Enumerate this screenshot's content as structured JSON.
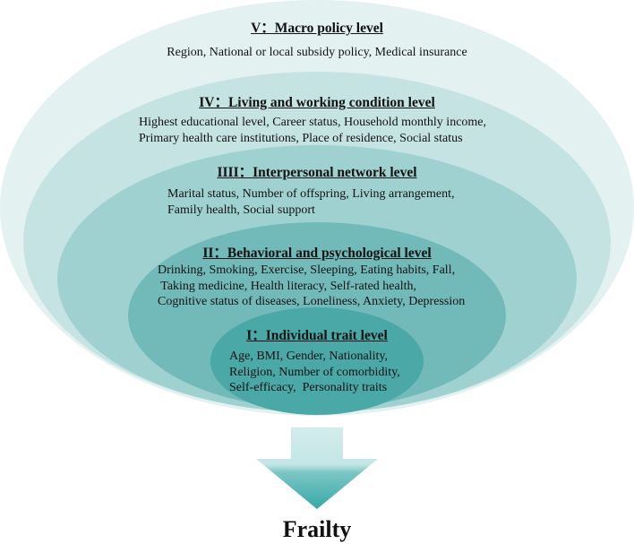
{
  "levels": [
    {
      "title": "V：Macro policy level",
      "items": [
        "Region, National or local subsidy policy, Medical insurance"
      ],
      "color": "#e3f1f1"
    },
    {
      "title": "IV：Living and working condition level",
      "items": [
        "Highest educational level, Career status, Household monthly income,",
        "Primary health care institutions, Place of residence, Social status"
      ],
      "color": "#c6e3e3"
    },
    {
      "title": "IIII：Interpersonal network level",
      "items": [
        "Marital status, Number of offspring, Living arrangement,",
        "Family health, Social support"
      ],
      "color": "#9fd1d1"
    },
    {
      "title": "II：Behavioral and psychological level",
      "items": [
        "Drinking, Smoking, Exercise, Sleeping, Eating habits, Fall,",
        " Taking medicine, Health literacy, Self-rated health,",
        "Cognitive status of diseases, Loneliness, Anxiety, Depression"
      ],
      "color": "#72baba"
    },
    {
      "title": "I：Individual trait level",
      "items": [
        "Age, BMI, Gender, Nationality,",
        "Religion, Number of comorbidity,",
        "Self-efficacy,  Personality traits"
      ],
      "color": "#4aa8a7"
    }
  ],
  "outcome": "Frailty",
  "arrow_color": "#36aaa8"
}
